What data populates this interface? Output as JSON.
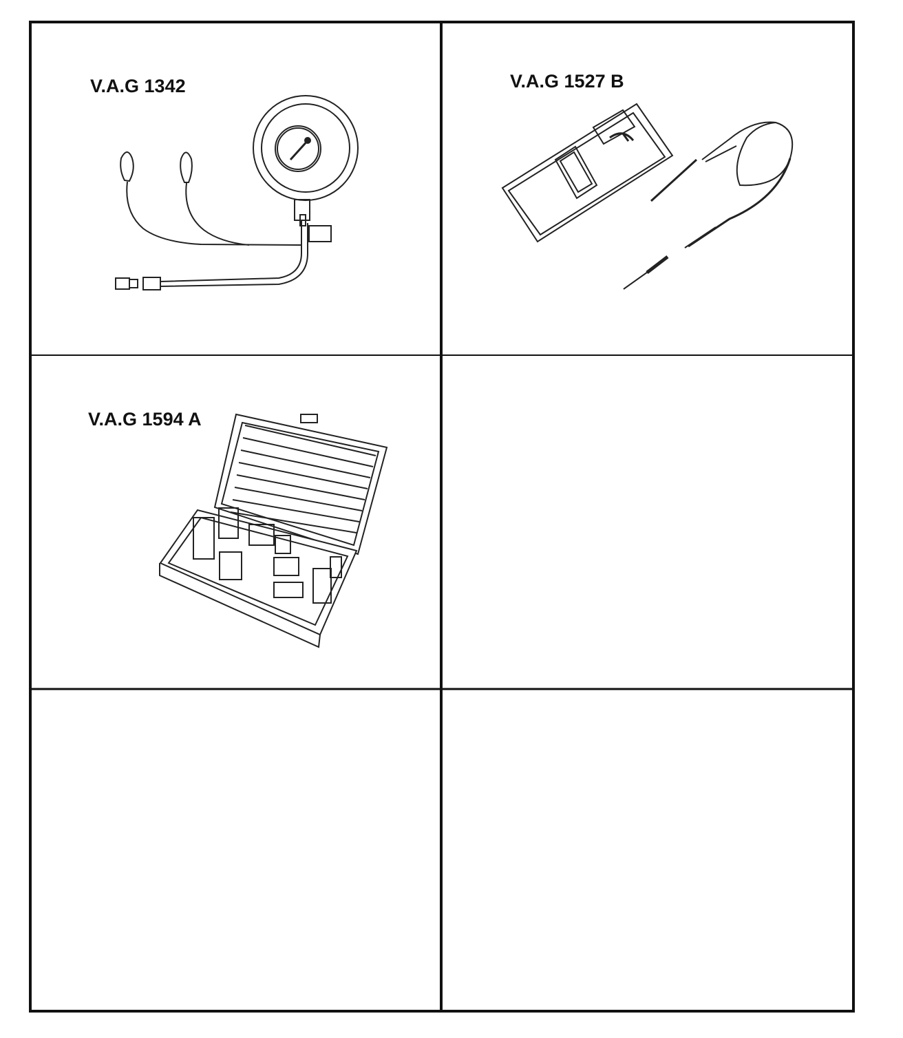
{
  "cells": [
    {
      "label": "V.A.G 1342",
      "icon": "pressure-gauge-icon"
    },
    {
      "label": "V.A.G 1527 B",
      "icon": "multimeter-icon"
    },
    {
      "label": "V.A.G 1594 A",
      "icon": "adapter-case-icon"
    },
    {
      "label": ""
    },
    {
      "label": ""
    },
    {
      "label": ""
    }
  ],
  "colors": {
    "line": "#111111",
    "background": "#ffffff"
  }
}
